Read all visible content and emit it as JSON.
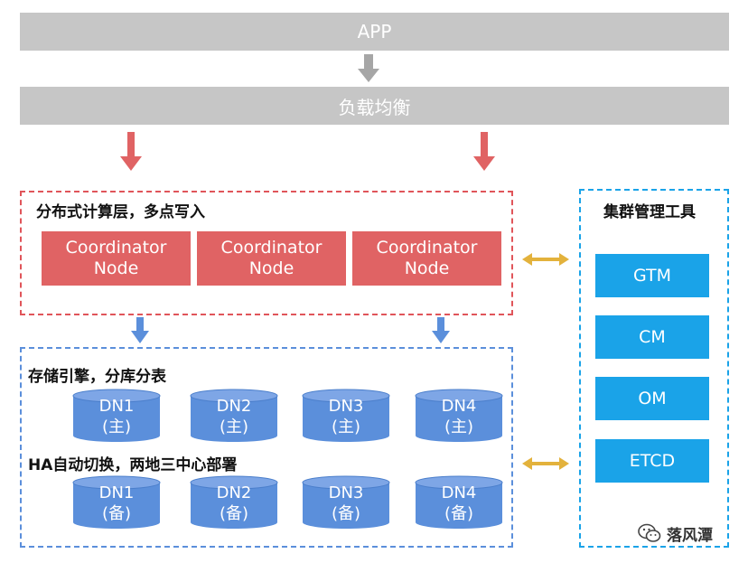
{
  "app_label": "APP",
  "lb_label": "负载均衡",
  "compute": {
    "title": "分布式计算层，多点写入",
    "nodes": [
      {
        "line1": "Coordinator",
        "line2": "Node"
      },
      {
        "line1": "Coordinator",
        "line2": "Node"
      },
      {
        "line1": "Coordinator",
        "line2": "Node"
      }
    ]
  },
  "storage": {
    "title": "存储引擎，分库分表",
    "primary": [
      {
        "name": "DN1",
        "role": "(主)"
      },
      {
        "name": "DN2",
        "role": "(主)"
      },
      {
        "name": "DN3",
        "role": "(主)"
      },
      {
        "name": "DN4",
        "role": "(主)"
      }
    ],
    "ha_title": "HA自动切换，两地三中心部署",
    "standby": [
      {
        "name": "DN1",
        "role": "(备)"
      },
      {
        "name": "DN2",
        "role": "(备)"
      },
      {
        "name": "DN3",
        "role": "(备)"
      },
      {
        "name": "DN4",
        "role": "(备)"
      }
    ]
  },
  "tools": {
    "title": "集群管理工具",
    "items": [
      "GTM",
      "CM",
      "OM",
      "ETCD"
    ]
  },
  "watermark": {
    "text": "落风潭",
    "icon": "wechat-icon"
  },
  "colors": {
    "gray_bar": "#c6c6c6",
    "gray_arrow": "#a6a6a6",
    "red": "#e06364",
    "blue": "#5b8fdb",
    "cyan": "#1aa3e8",
    "gold": "#e3b23c"
  }
}
